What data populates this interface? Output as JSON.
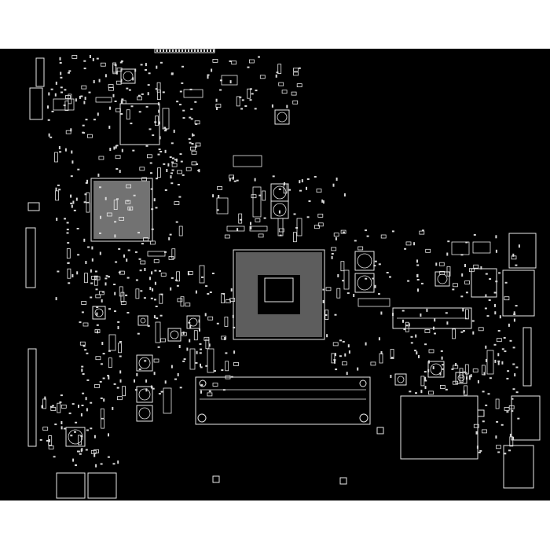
{
  "viewer": {
    "background": "#000000",
    "outline_color": "#e8e8e8",
    "page_color": "#ffffff"
  },
  "board": {
    "description_icon": "pcb-boardview-icon",
    "components": {
      "bga_chips": 2,
      "sodimm_slots": 1,
      "usb_ports": 2
    }
  }
}
